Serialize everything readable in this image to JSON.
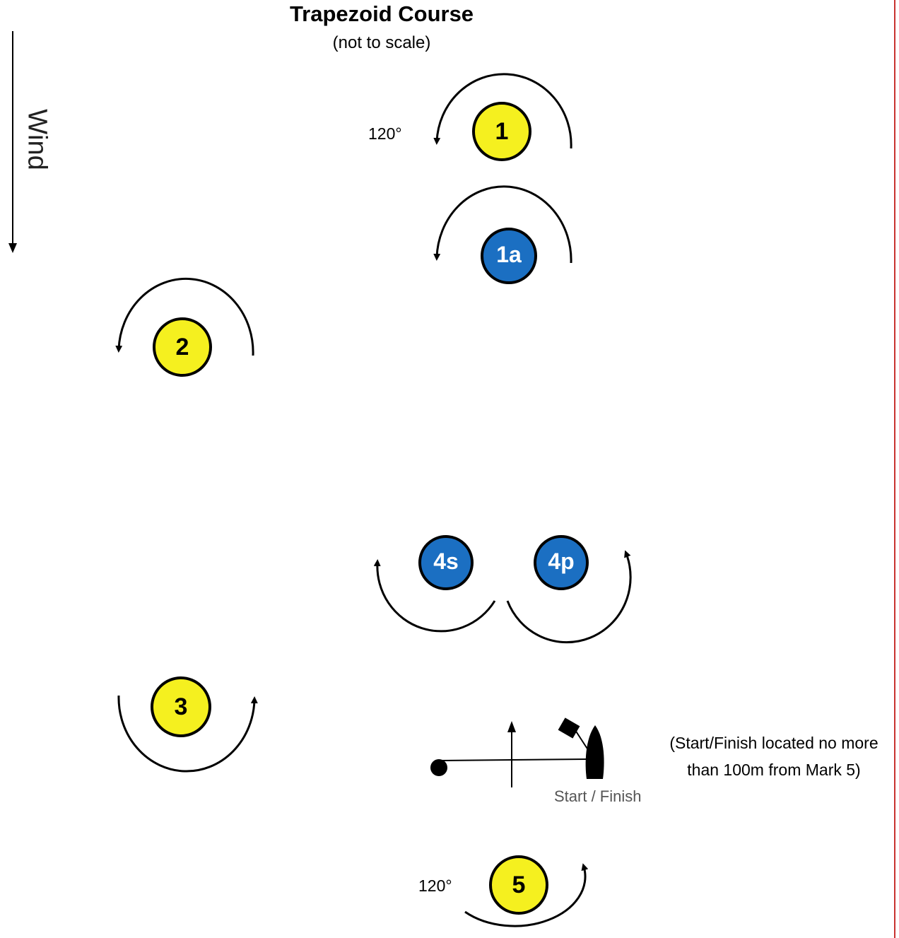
{
  "header": {
    "title": "Trapezoid Course",
    "subtitle": "(not to scale)"
  },
  "wind": {
    "label": "Wind"
  },
  "angles": {
    "top": "120°",
    "bottom": "120°"
  },
  "start_finish": {
    "label": "Start / Finish",
    "note_line1": "(Start/Finish located no more",
    "note_line2": "than 100m from Mark 5)"
  },
  "marks": [
    {
      "id": "1",
      "color": "#f5f01f"
    },
    {
      "id": "1a",
      "color": "#1b6fc2"
    },
    {
      "id": "2",
      "color": "#f5f01f"
    },
    {
      "id": "4s",
      "color": "#1b6fc2"
    },
    {
      "id": "4p",
      "color": "#1b6fc2"
    },
    {
      "id": "3",
      "color": "#f5f01f"
    },
    {
      "id": "5",
      "color": "#f5f01f"
    }
  ],
  "colors": {
    "border": "#c8322f",
    "yellow": "#f5f01f",
    "blue": "#1b6fc2"
  }
}
